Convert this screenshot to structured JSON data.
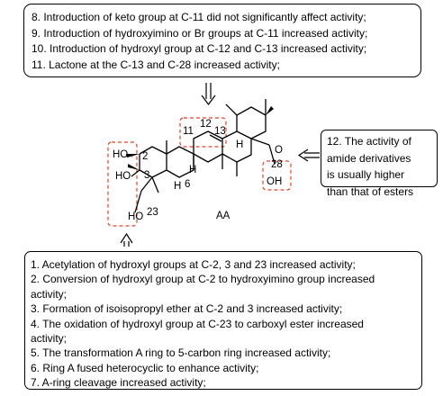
{
  "top_notes": [
    "8. Introduction of keto group at C-11 did not significantly affect  activity;",
    "9. Introduction of hydroxyimino or Br groups at C-11 increased activity;",
    "10. Introduction of hydroxyl group at C-12 and C-13 increased activity;",
    "11. Lactone at the C-13 and C-28 increased activity;"
  ],
  "right_note": [
    "12. The activity of",
    "amide derivatives",
    "is usually higher",
    "than that of esters"
  ],
  "bottom_notes": [
    "1. Acetylation of hydroxyl groups at  C-2, 3 and 23 increased activity;",
    "2. Conversion of hydroxyl group at C-2 to hydroxyimino group increased",
    "activity;",
    "3. Formation of isoisopropyl ether at  C-2 and 3 increased activity;",
    "4. The oxidation of hydroxyl group at C-23 to carboxyl ester increased",
    "activity;",
    "5. The transformation  A ring to 5-carbon ring increased activity;",
    "6. Ring A fused heterocyclic to enhance activity;",
    "7. A-ring cleavage increased activity;"
  ],
  "structure": {
    "compound_label": "AA",
    "ho_2": "HO",
    "ho_2_hash": ",,",
    "num_2": "2",
    "ho_3": "HO",
    "num_3": "3",
    "ho_23": "HO",
    "num_23": "23",
    "num_6": "6",
    "h_9": "H",
    "h_5": "H",
    "h_18": "H",
    "num_11": "11",
    "num_12": "12",
    "num_13": "13",
    "num_28": "28",
    "o_keto": "O",
    "oh_28": "OH"
  },
  "colors": {
    "highlight_box": "#e8402a",
    "ink": "#000000"
  }
}
